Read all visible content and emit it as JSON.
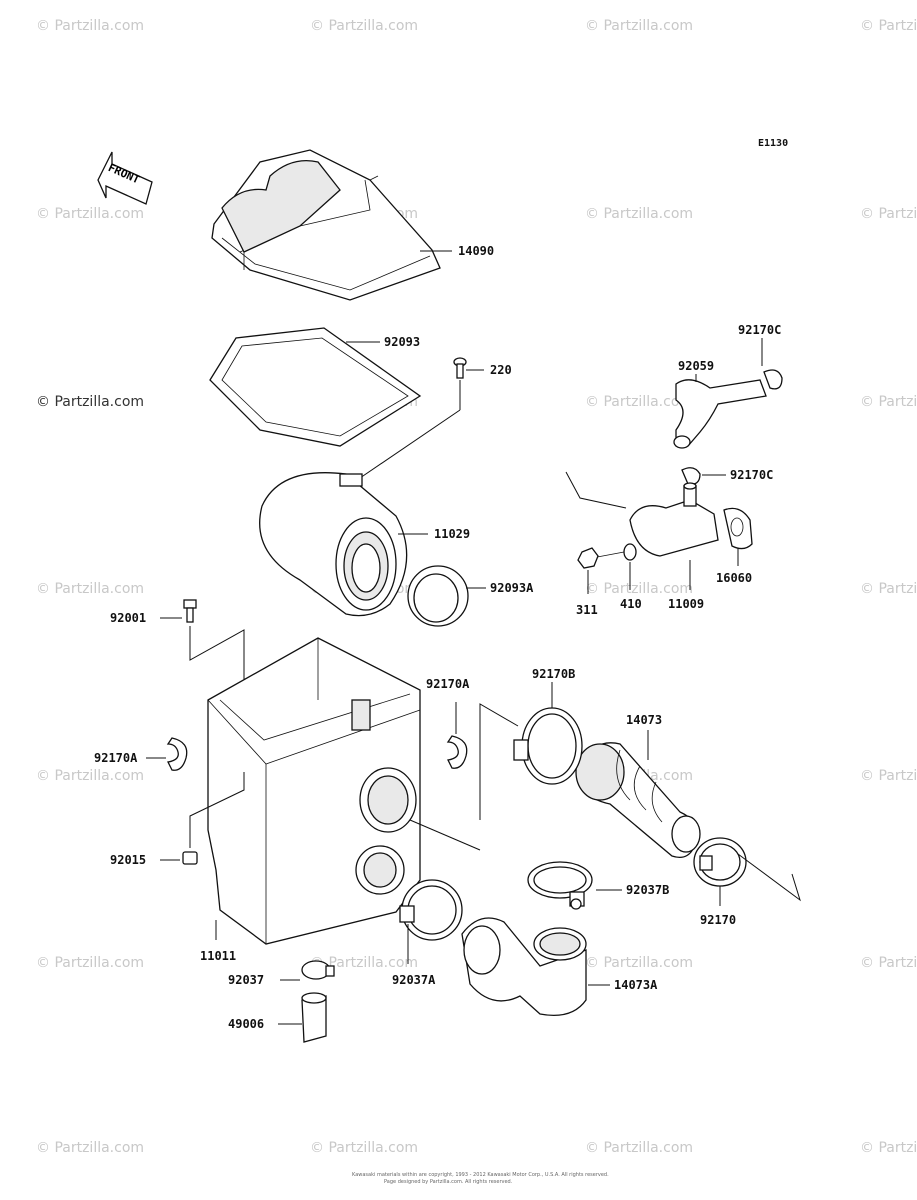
{
  "diagram": {
    "code": "E1130",
    "front_label": "FRONT",
    "watermark": "© Partzilla.com",
    "footer_line1": "Kawasaki materials within are copyright, 1993 - 2012 Kawasaki Motor Corp., U.S.A. All rights reserved.",
    "footer_line2": "Page designed by Partzilla.com. All rights reserved."
  },
  "parts": [
    {
      "key": "p14090",
      "number": "14090"
    },
    {
      "key": "p92093",
      "number": "92093"
    },
    {
      "key": "p220",
      "number": "220"
    },
    {
      "key": "p11029",
      "number": "11029"
    },
    {
      "key": "p92093A",
      "number": "92093A"
    },
    {
      "key": "p92001",
      "number": "92001"
    },
    {
      "key": "p92170A_r",
      "number": "92170A"
    },
    {
      "key": "p92170A_l",
      "number": "92170A"
    },
    {
      "key": "p92015",
      "number": "92015"
    },
    {
      "key": "p11011",
      "number": "11011"
    },
    {
      "key": "p92037",
      "number": "92037"
    },
    {
      "key": "p49006",
      "number": "49006"
    },
    {
      "key": "p92037A",
      "number": "92037A"
    },
    {
      "key": "p14073A",
      "number": "14073A"
    },
    {
      "key": "p92037B",
      "number": "92037B"
    },
    {
      "key": "p92170",
      "number": "92170"
    },
    {
      "key": "p14073",
      "number": "14073"
    },
    {
      "key": "p92170B",
      "number": "92170B"
    },
    {
      "key": "p92170C_t",
      "number": "92170C"
    },
    {
      "key": "p92059",
      "number": "92059"
    },
    {
      "key": "p92170C_b",
      "number": "92170C"
    },
    {
      "key": "p11009",
      "number": "11009"
    },
    {
      "key": "p16060",
      "number": "16060"
    },
    {
      "key": "p410",
      "number": "410"
    },
    {
      "key": "p311",
      "number": "311"
    }
  ]
}
